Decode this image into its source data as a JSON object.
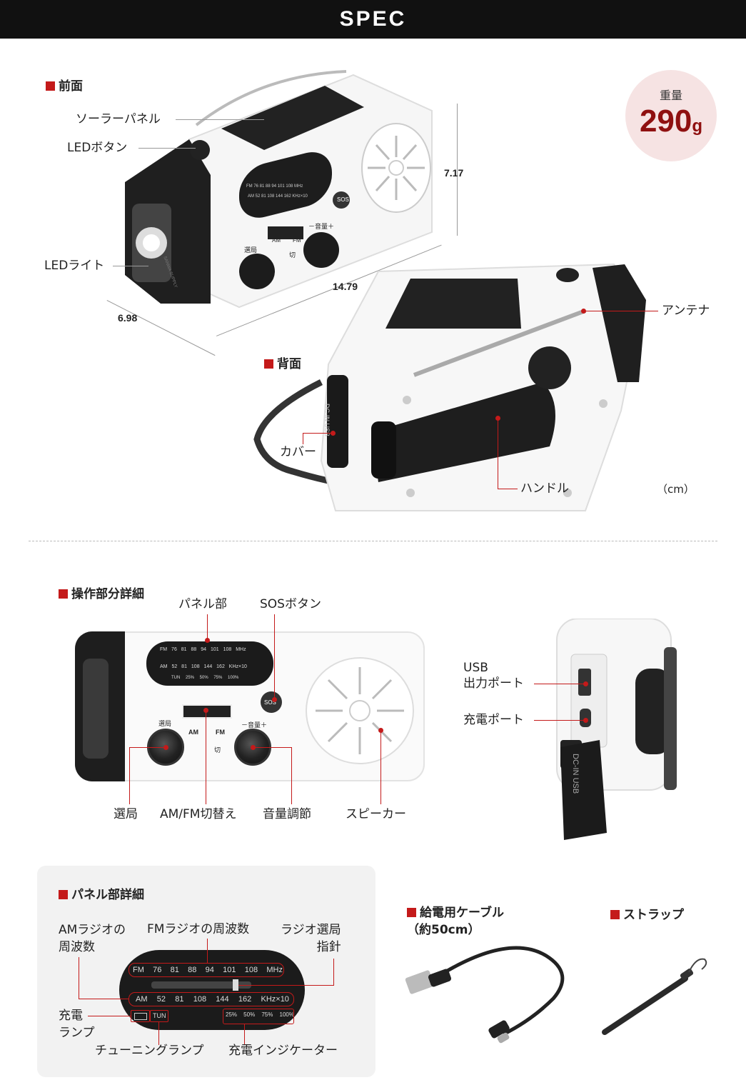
{
  "header": {
    "title": "SPEC"
  },
  "front": {
    "section_label": "前面",
    "callouts": {
      "solar": "ソーラーパネル",
      "led_button": "LEDボタン",
      "led_light": "LEDライト"
    },
    "dims": {
      "height": "7.17",
      "width": "14.79",
      "depth": "6.98"
    },
    "device": {
      "fm_row": "FM 76 81 88 94 101 108 MHz",
      "am_row": "AM 52 81 108 144 162 KHz×10",
      "ind_row": "TUN 25% 50% 75% 100%",
      "sos": "SOS",
      "tune": "選局",
      "am": "AM",
      "fm": "FM",
      "vol": "－音量＋",
      "off": "切",
      "brand": "SANWA SUPPLY"
    }
  },
  "weight": {
    "label": "重量",
    "value": "290",
    "unit": "g"
  },
  "back": {
    "section_label": "背面",
    "callouts": {
      "antenna": "アンテナ",
      "cover": "カバー",
      "handle": "ハンドル"
    },
    "cover_text": "DC-IN USB",
    "unit_note": "（cm）"
  },
  "controls": {
    "section_label": "操作部分詳細",
    "callouts": {
      "panel": "パネル部",
      "sos": "SOSボタン",
      "tune": "選局",
      "switch": "AM/FM切替え",
      "volume": "音量調節",
      "speaker": "スピーカー"
    },
    "side": {
      "usb_out": "USB\n出力ポート",
      "charge_port": "充電ポート",
      "cover_text": "DC-IN USB"
    }
  },
  "panel_detail": {
    "section_label": "パネル部詳細",
    "callouts": {
      "am_freq": "AMラジオの\n周波数",
      "fm_freq": "FMラジオの周波数",
      "pointer": "ラジオ選局\n指針",
      "charge_lamp": "充電\nランプ",
      "tuning_lamp": "チューニングランプ",
      "charge_indicator": "充電インジケーター"
    },
    "fm_row": [
      "FM",
      "76",
      "81",
      "88",
      "94",
      "101",
      "108",
      "MHz"
    ],
    "am_row": [
      "AM",
      "52",
      "81",
      "108",
      "144",
      "162",
      "KHz×10"
    ],
    "tun": "TUN",
    "levels": [
      "25%",
      "50%",
      "75%",
      "100%"
    ]
  },
  "accessories": {
    "cable_label": "給電用ケーブル\n（約50cm）",
    "strap_label": "ストラップ"
  }
}
